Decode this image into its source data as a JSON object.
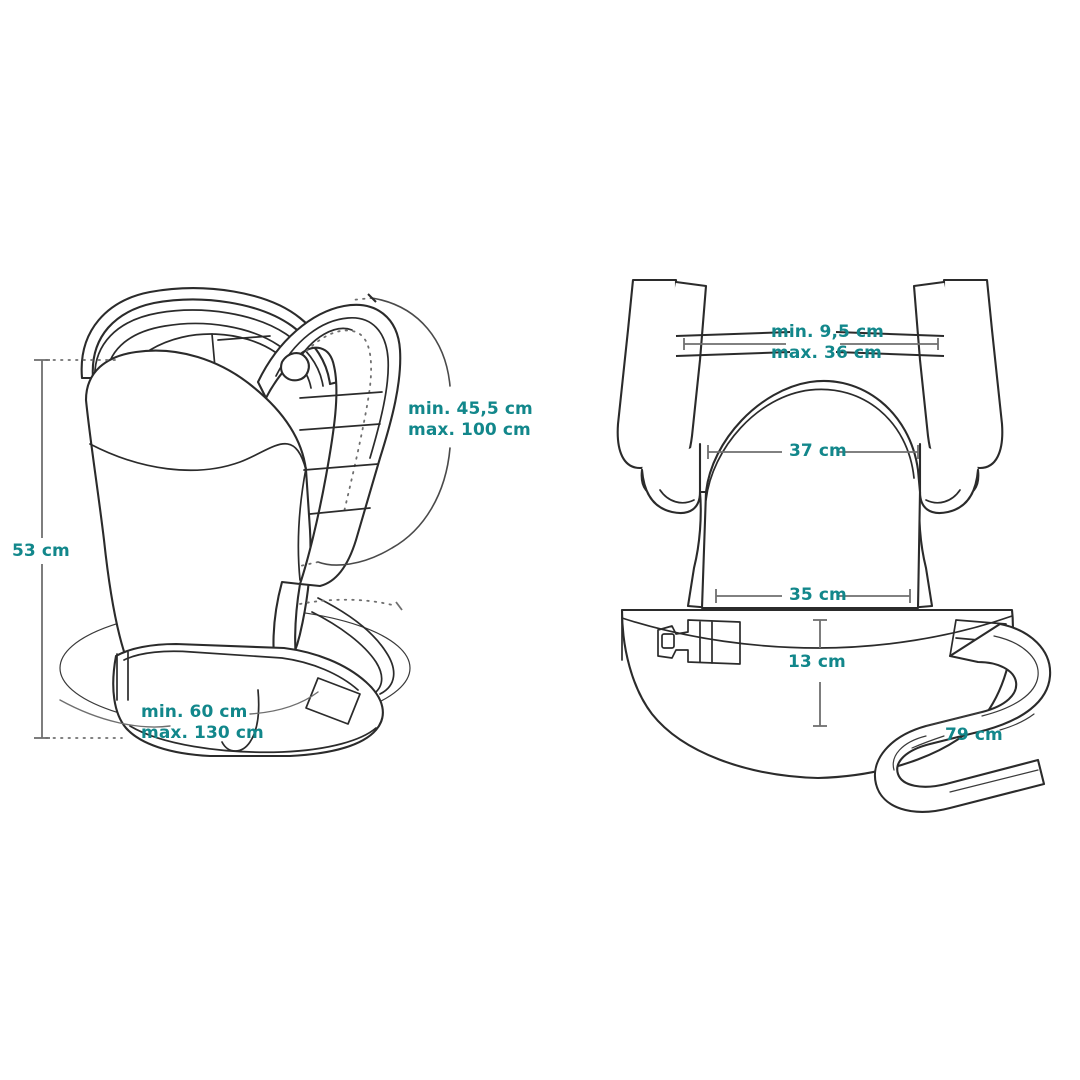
{
  "diagram": {
    "title": "Baby carrier dimensions diagram",
    "accent_color": "#12878b",
    "line_color": "#2b2b2b",
    "background_color": "#ffffff",
    "unit": "cm"
  },
  "figures": [
    {
      "id": "front-three-quarter-view",
      "name": "baby-carrier-worn-view",
      "description": "Three-quarter view of assembled baby carrier with hood, shoulder straps and waist belt"
    },
    {
      "id": "flat-layout-view",
      "name": "baby-carrier-flat-view",
      "description": "Flat front view of baby carrier panel with shoulder straps, waist belt with buckle and folded extension strap"
    }
  ],
  "measurements": {
    "body_height": {
      "value": "53 cm",
      "type": "vertical",
      "figure": "front-three-quarter-view"
    },
    "shoulder_strap": {
      "line1": "min. 45,5 cm",
      "line2": "max. 100 cm",
      "type": "arc",
      "figure": "front-three-quarter-view"
    },
    "waist_belt_circumference": {
      "line1": "min. 60 cm",
      "line2": "max. 130 cm",
      "type": "ellipse",
      "figure": "front-three-quarter-view"
    },
    "chest_strap": {
      "line1": "min. 9,5 cm",
      "line2": "max. 36 cm",
      "type": "horizontal",
      "figure": "flat-layout-view"
    },
    "panel_top_width": {
      "value": "37 cm",
      "type": "horizontal",
      "figure": "flat-layout-view"
    },
    "panel_bottom_width": {
      "value": "35 cm",
      "type": "horizontal",
      "figure": "flat-layout-view"
    },
    "belt_height": {
      "value": "13 cm",
      "type": "vertical",
      "figure": "flat-layout-view"
    },
    "extension_strap_length": {
      "value": "79 cm",
      "type": "strap",
      "figure": "flat-layout-view"
    }
  }
}
